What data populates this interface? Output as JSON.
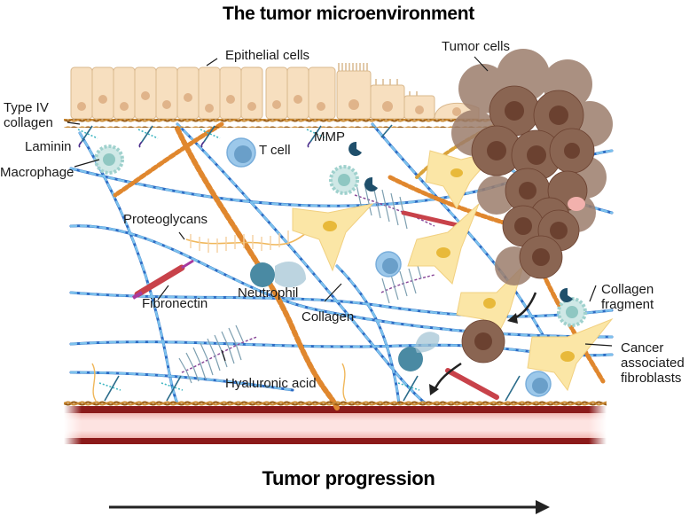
{
  "title": "The tumor microenvironment",
  "footer": {
    "label": "Tumor progression",
    "arrow": "right-arrow"
  },
  "labels": {
    "epithelial_cells": "Epithelial cells",
    "tumor_cells": "Tumor cells",
    "type_iv_collagen_line1": "Type IV",
    "type_iv_collagen_line2": "collagen",
    "laminin": "Laminin",
    "macrophage": "Macrophage",
    "t_cell": "T cell",
    "mmp": "MMP",
    "proteoglycans": "Proteoglycans",
    "fibronectin": "Fibronectin",
    "neutrophil": "Neutrophil",
    "collagen": "Collagen",
    "collagen_fragment_line1": "Collagen",
    "collagen_fragment_line2": "fragment",
    "caf_line1": "Cancer",
    "caf_line2": "associated",
    "caf_line3": "fibroblasts",
    "hyaluronic_acid": "Hyaluronic acid"
  },
  "colors": {
    "epithelium": "#f7dfbf",
    "epithelium_nucleus": "#e0b48a",
    "basement_membrane": "#b06f1e",
    "collagen_dark": "#2b6cc4",
    "collagen_light": "#6bb5e8",
    "tumor_cell": "#8a6552",
    "tumor_nucleus": "#6b4130",
    "fibroblast": "#fbe6a6",
    "fibroblast_nucleus": "#e8b93a",
    "t_cell": "#9cc8ea",
    "macrophage": "#cfe8e6",
    "neutrophil": "#4a8aa3",
    "mmp": "#1f4f6b",
    "proteoglycan": "#f0c98a",
    "fibronectin": "#c8424a",
    "beads": "#e0872e",
    "blood_vessel_wall": "#8b1a1a",
    "blood_vessel_lumen": "#fde0de"
  }
}
